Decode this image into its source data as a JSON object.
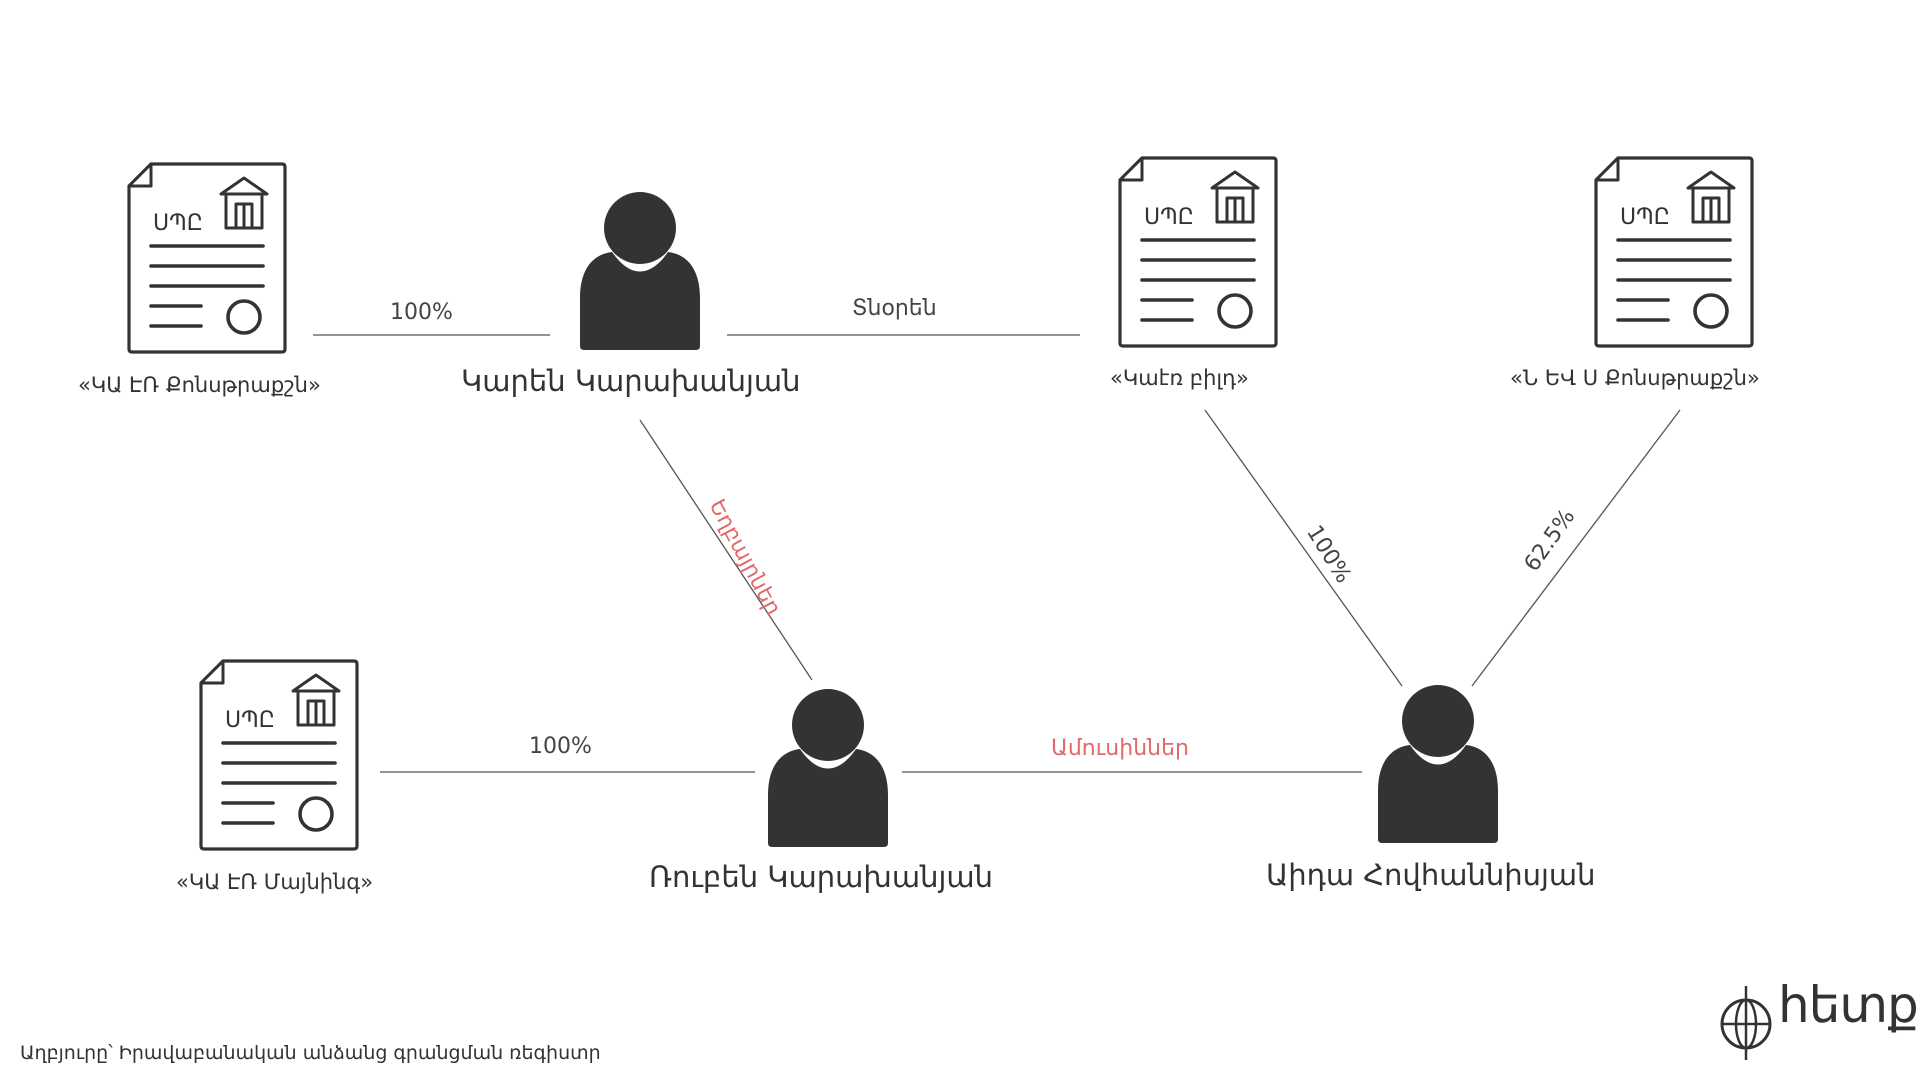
{
  "people": [
    {
      "id": "karen",
      "name": "Կարեն Կարախանյան"
    },
    {
      "id": "ruben",
      "name": "Ռուբեն Կարախանյան"
    },
    {
      "id": "aida",
      "name": "Աիդա Հովհաննիսյան"
    }
  ],
  "companies": [
    {
      "id": "ka-er-construction",
      "code": "ՍՊԸ",
      "name": "«ԿԱ ԷՌ Քոնսթրաքշն»"
    },
    {
      "id": "kaer-build",
      "code": "ՍՊԸ",
      "name": "«Կաէռ բիլդ»"
    },
    {
      "id": "n-ev-s-construction",
      "code": "ՍՊԸ",
      "name": "«Ն ԵՎ Ս Քոնսթրաքշն»"
    },
    {
      "id": "ka-er-mining",
      "code": "ՍՊԸ",
      "name": "«ԿԱ ԷՌ Մայնինգ»"
    }
  ],
  "edges": [
    {
      "from": "karen",
      "to": "ka-er-construction",
      "label": "100%",
      "kind": "ownership"
    },
    {
      "from": "karen",
      "to": "kaer-build",
      "label": "Տնօրեն",
      "kind": "ownership"
    },
    {
      "from": "karen",
      "to": "ruben",
      "label": "Եղբայրներ",
      "kind": "relation"
    },
    {
      "from": "ruben",
      "to": "ka-er-mining",
      "label": "100%",
      "kind": "ownership"
    },
    {
      "from": "ruben",
      "to": "aida",
      "label": "Ամուսիններ",
      "kind": "relation"
    },
    {
      "from": "aida",
      "to": "kaer-build",
      "label": "100%",
      "kind": "ownership"
    },
    {
      "from": "aida",
      "to": "n-ev-s-construction",
      "label": "62.5%",
      "kind": "ownership"
    }
  ],
  "colors": {
    "ink": "#333333",
    "relation": "#e16a6a"
  },
  "icons": {
    "person": "person-icon",
    "company": "document-house-icon"
  },
  "footer": {
    "source": "Աղբյուրը՝ Իրավաբանական անձանց գրանցման ռեգիստր"
  },
  "logo": {
    "text": "hետք"
  }
}
